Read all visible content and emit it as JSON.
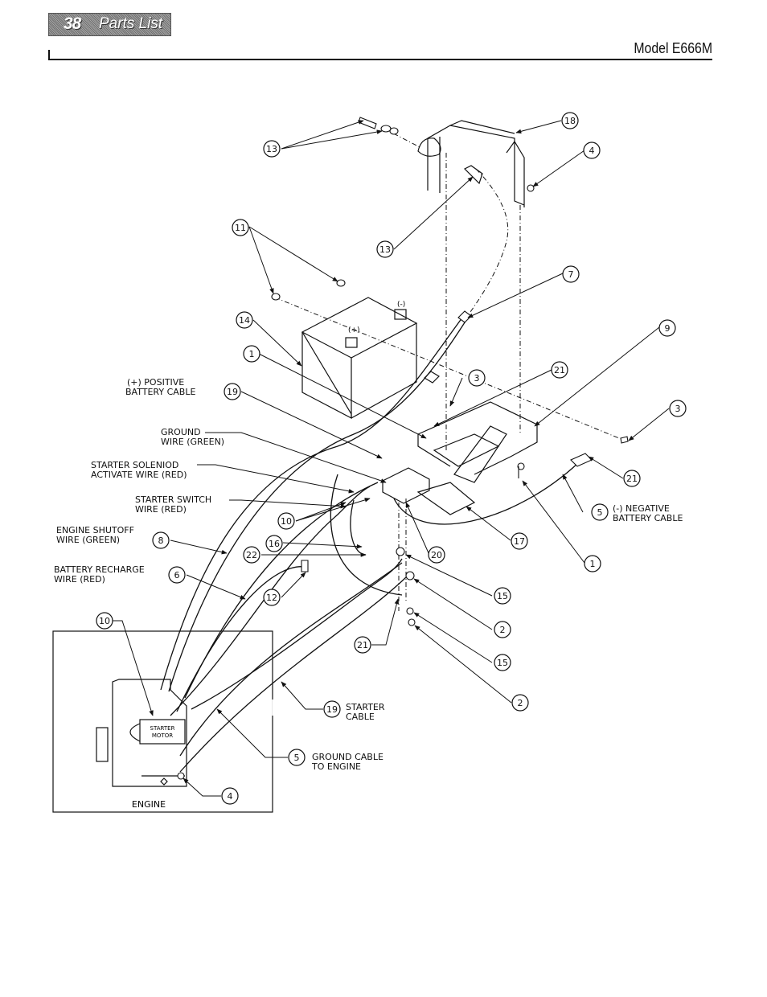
{
  "header": {
    "page_number": "38",
    "section_title": "Parts List",
    "model": "Model E666M"
  },
  "diagram": {
    "callouts": [
      {
        "id": "c13a",
        "number": "13"
      },
      {
        "id": "c18",
        "number": "18"
      },
      {
        "id": "c4a",
        "number": "4"
      },
      {
        "id": "c13b",
        "number": "13"
      },
      {
        "id": "c11",
        "number": "11"
      },
      {
        "id": "c7",
        "number": "7"
      },
      {
        "id": "c14",
        "number": "14"
      },
      {
        "id": "c1a",
        "number": "1"
      },
      {
        "id": "c9",
        "number": "9"
      },
      {
        "id": "c21a",
        "number": "21"
      },
      {
        "id": "c3a",
        "number": "3"
      },
      {
        "id": "c3b",
        "number": "3"
      },
      {
        "id": "c19a",
        "number": "19"
      },
      {
        "id": "c21b",
        "number": "21"
      },
      {
        "id": "c5a",
        "number": "5"
      },
      {
        "id": "c10a",
        "number": "10"
      },
      {
        "id": "c16",
        "number": "16"
      },
      {
        "id": "c8",
        "number": "8"
      },
      {
        "id": "c22",
        "number": "22"
      },
      {
        "id": "c20",
        "number": "20"
      },
      {
        "id": "c17",
        "number": "17"
      },
      {
        "id": "c1b",
        "number": "1"
      },
      {
        "id": "c6",
        "number": "6"
      },
      {
        "id": "c12",
        "number": "12"
      },
      {
        "id": "c15a",
        "number": "15"
      },
      {
        "id": "c2a",
        "number": "2"
      },
      {
        "id": "c10b",
        "number": "10"
      },
      {
        "id": "c21c",
        "number": "21"
      },
      {
        "id": "c15b",
        "number": "15"
      },
      {
        "id": "c2b",
        "number": "2"
      },
      {
        "id": "c19b",
        "number": "19"
      },
      {
        "id": "c5b",
        "number": "5"
      },
      {
        "id": "c4b",
        "number": "4"
      }
    ],
    "labels": {
      "positive_cable_1": "(+) POSITIVE",
      "positive_cable_2": "BATTERY CABLE",
      "ground_wire_1": "GROUND",
      "ground_wire_2": "WIRE (GREEN)",
      "solenoid_1": "STARTER SOLENIOD",
      "solenoid_2": "ACTIVATE WIRE (RED)",
      "switch_1": "STARTER SWITCH",
      "switch_2": "WIRE (RED)",
      "shutoff_1": "ENGINE SHUTOFF",
      "shutoff_2": "WIRE (GREEN)",
      "recharge_1": "BATTERY RECHARGE",
      "recharge_2": "WIRE (RED)",
      "negative_cable_1": "(-) NEGATIVE",
      "negative_cable_2": "BATTERY CABLE",
      "starter_cable_1": "STARTER",
      "starter_cable_2": "CABLE",
      "ground_engine_1": "GROUND CABLE",
      "ground_engine_2": "TO ENGINE",
      "engine": "ENGINE",
      "starter_motor_1": "STARTER",
      "starter_motor_2": "MOTOR",
      "terminal_neg": "(-)",
      "terminal_pos": "(+)"
    }
  }
}
